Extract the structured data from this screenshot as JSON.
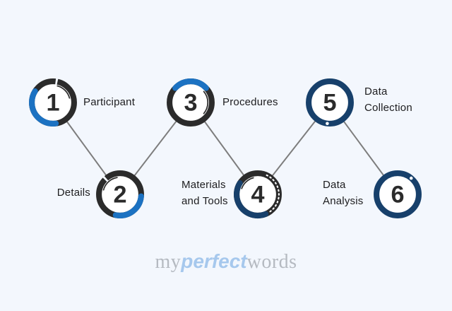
{
  "background": "#f3f7fd",
  "colors": {
    "ring_dark": "#2b2b2b",
    "accent_blue": "#1c72c2",
    "accent_navy": "#17406b",
    "connector_gray": "#7d7d7d",
    "number_text": "#2b2b2b",
    "label_text": "#1d1d1f",
    "inner_fill": "#ffffff",
    "logo_gray": "#b5bac1",
    "logo_blue": "#a6c8ed"
  },
  "diagram": {
    "steps": [
      {
        "number": "1",
        "label": "Participant",
        "position": "top",
        "label_side": "right"
      },
      {
        "number": "2",
        "label": "Details",
        "position": "bottom",
        "label_side": "left"
      },
      {
        "number": "3",
        "label": "Procedures",
        "position": "top",
        "label_side": "right"
      },
      {
        "number": "4",
        "label": "Materials and Tools",
        "label_lines": [
          "Materials",
          "and Tools"
        ],
        "position": "bottom",
        "label_side": "left"
      },
      {
        "number": "5",
        "label": "Data Collection",
        "label_lines": [
          "Data",
          "Collection"
        ],
        "position": "top",
        "label_side": "right"
      },
      {
        "number": "6",
        "label": "Data Analysis",
        "label_lines": [
          "Data",
          "Analysis"
        ],
        "position": "bottom",
        "label_side": "left"
      }
    ],
    "connections": [
      "1-2",
      "2-3",
      "3-4",
      "4-5",
      "5-6"
    ]
  },
  "watermark": {
    "part1": "my",
    "part2": "perfect",
    "part3": "words"
  }
}
